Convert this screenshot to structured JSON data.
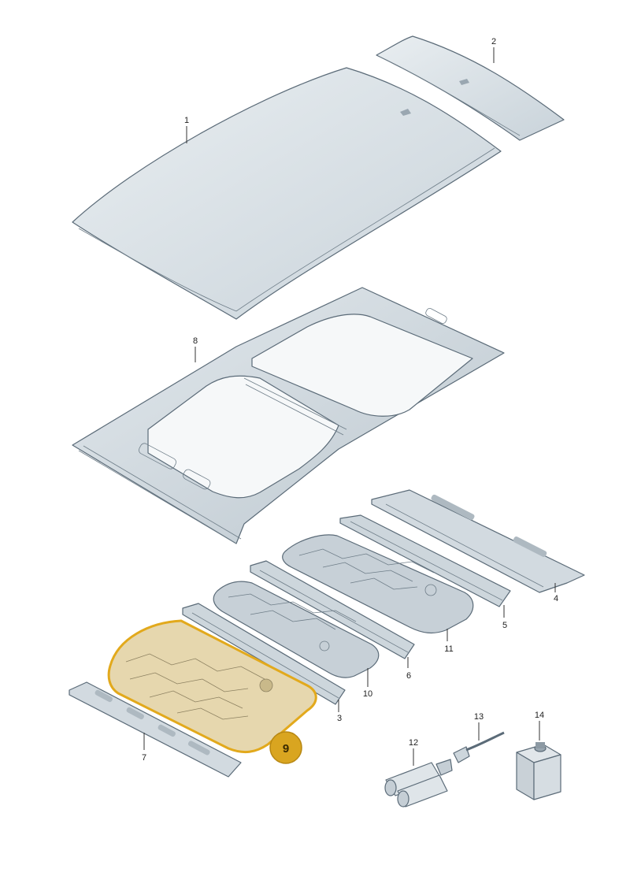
{
  "parts": [
    {
      "id": "p1",
      "label": "1"
    },
    {
      "id": "p2",
      "label": "2"
    },
    {
      "id": "p3",
      "label": "3"
    },
    {
      "id": "p4",
      "label": "4"
    },
    {
      "id": "p5",
      "label": "5"
    },
    {
      "id": "p6",
      "label": "6"
    },
    {
      "id": "p7",
      "label": "7"
    },
    {
      "id": "p8",
      "label": "8"
    },
    {
      "id": "p9",
      "label": "9"
    },
    {
      "id": "p10",
      "label": "10"
    },
    {
      "id": "p11",
      "label": "11"
    },
    {
      "id": "p12",
      "label": "12"
    },
    {
      "id": "p13",
      "label": "13"
    },
    {
      "id": "p14",
      "label": "14"
    }
  ],
  "highlight": {
    "part": "9",
    "color": "#e2a91c"
  },
  "colors": {
    "panel": "#d5dde3",
    "panel_dark": "#b9c4cc",
    "highlight_fill": "#e6d7ae",
    "badge": "#d9a520"
  }
}
